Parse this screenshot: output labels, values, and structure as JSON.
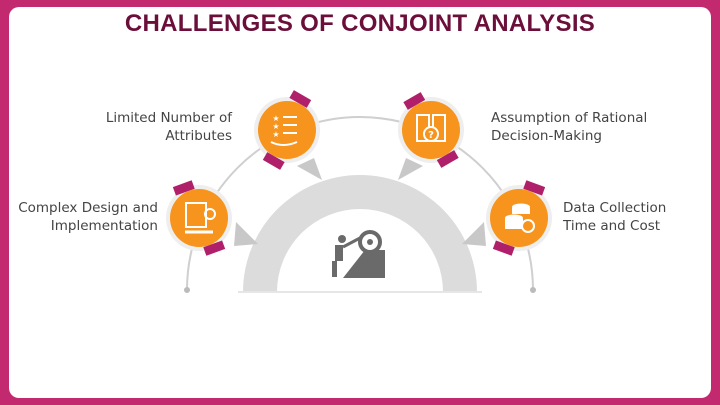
{
  "title": "CHALLENGES OF CONJOINT ANALYSIS",
  "items": [
    {
      "line1": "Complex Design and",
      "line2": "Implementation",
      "icon": "flowchart-gear-icon"
    },
    {
      "line1": "Limited Number of",
      "line2": "Attributes",
      "icon": "rating-list-hand-icon"
    },
    {
      "line1": "Assumption of Rational",
      "line2": "Decision-Making",
      "icon": "decision-head-icon"
    },
    {
      "line1": "Data Collection",
      "line2": "Time and Cost",
      "icon": "database-clock-icon"
    }
  ],
  "center_icon": "person-climbing-gear-icon",
  "colors": {
    "border": "#c3296f",
    "title": "#6b0f3a",
    "circle": "#f7941d",
    "accent": "#b0206a",
    "arch": "#dcdcdc"
  }
}
